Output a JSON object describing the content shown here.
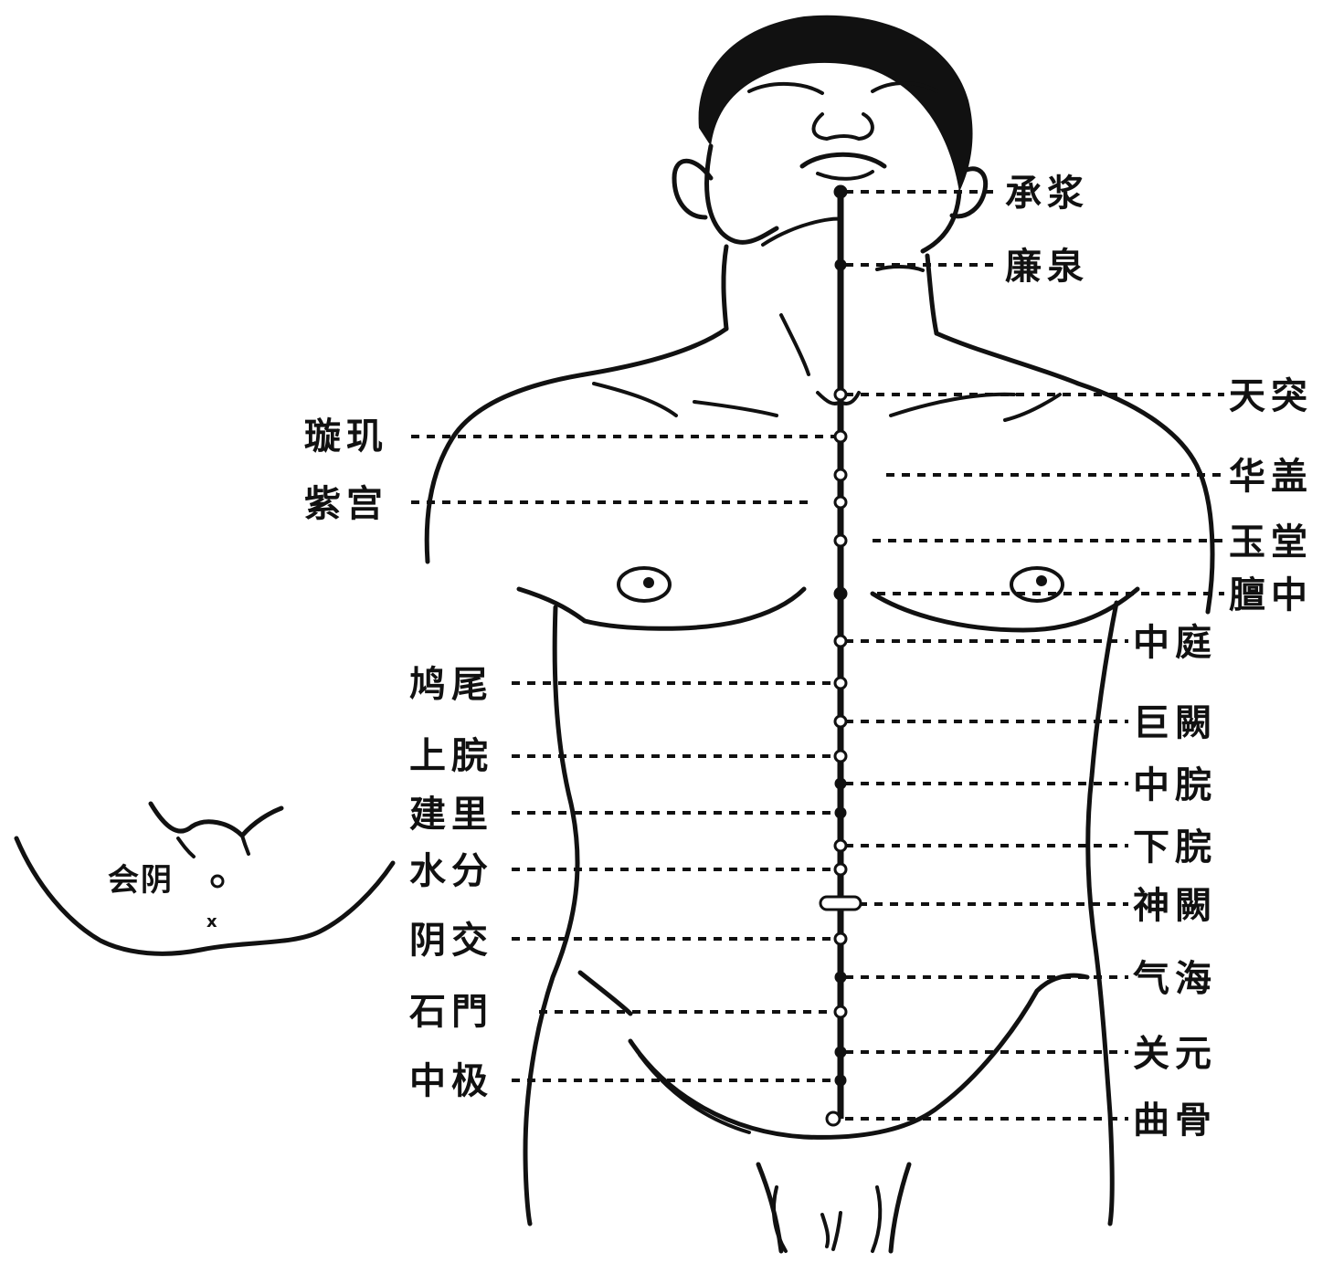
{
  "inset": {
    "label": "会阴"
  },
  "points": {
    "chengjiang": "承浆",
    "lianquan": "廉泉",
    "tiantu": "天突",
    "xuanji": "璇玑",
    "huagai": "华盖",
    "zigong": "紫宫",
    "yutang": "玉堂",
    "danzhong": "膻中",
    "zhongting": "中庭",
    "jiuwei": "鸠尾",
    "juque": "巨闕",
    "shangwan": "上脘",
    "zhongwan": "中脘",
    "jianli": "建里",
    "xiawan": "下脘",
    "shuifen": "水分",
    "shenque": "神闕",
    "yinjiao": "阴交",
    "qihai": "气海",
    "shimen": "石門",
    "guanyuan": "关元",
    "zhongji": "中极",
    "qugu": "曲骨"
  }
}
